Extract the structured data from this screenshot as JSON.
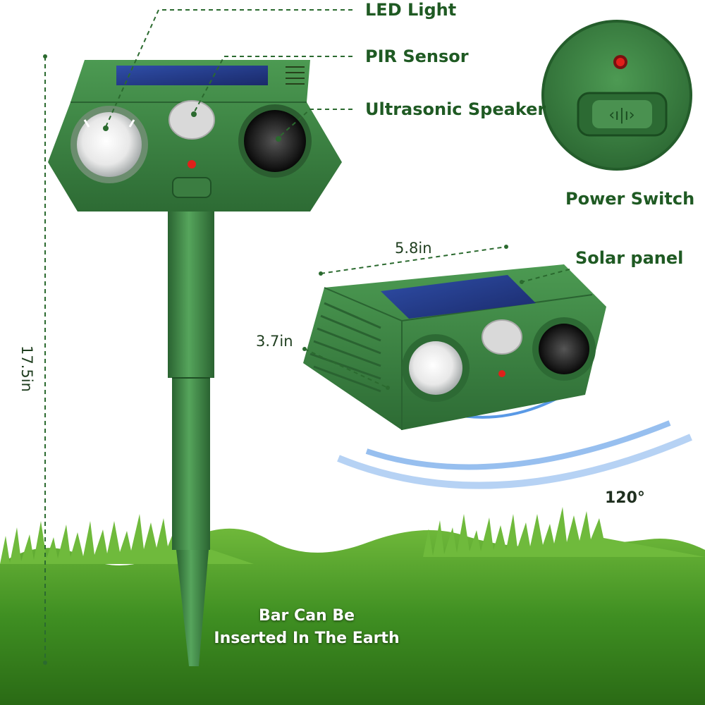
{
  "callouts": {
    "led_light": "LED Light",
    "pir_sensor": "PIR Sensor",
    "ultrasonic_speaker": "Ultrasonic Speaker",
    "power_switch": "Power Switch",
    "solar_panel": "Solar panel"
  },
  "dimensions": {
    "height": "17.5in",
    "width": "5.8in",
    "depth": "3.7in",
    "angle": "120°"
  },
  "caption": {
    "line1": "Bar Can Be",
    "line2": "Inserted In The Earth"
  },
  "colors": {
    "device_green": "#3f8a45",
    "device_dark": "#2a6531",
    "label_green": "#1f5a23",
    "grass": "#4d9a2a",
    "wave_blue": "#2f7fe0",
    "indicator_red": "#e0201a"
  }
}
